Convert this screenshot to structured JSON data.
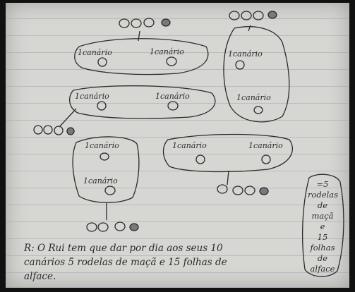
{
  "label": "1canário",
  "answer": {
    "lines": [
      "R: O Rui tem que dar por dia aos seus 10",
      "canários 5 rodelas de maçã e 15 folhas de",
      "alface."
    ]
  },
  "side_note": {
    "lines": [
      "=5",
      "rodelas",
      "de",
      "maçã",
      "e",
      "15 folhas",
      "de",
      "alface"
    ]
  },
  "ink_color": "#2b2b2b",
  "paper_color": "#d6d7d3",
  "fruit_color": "#7a7a7a"
}
